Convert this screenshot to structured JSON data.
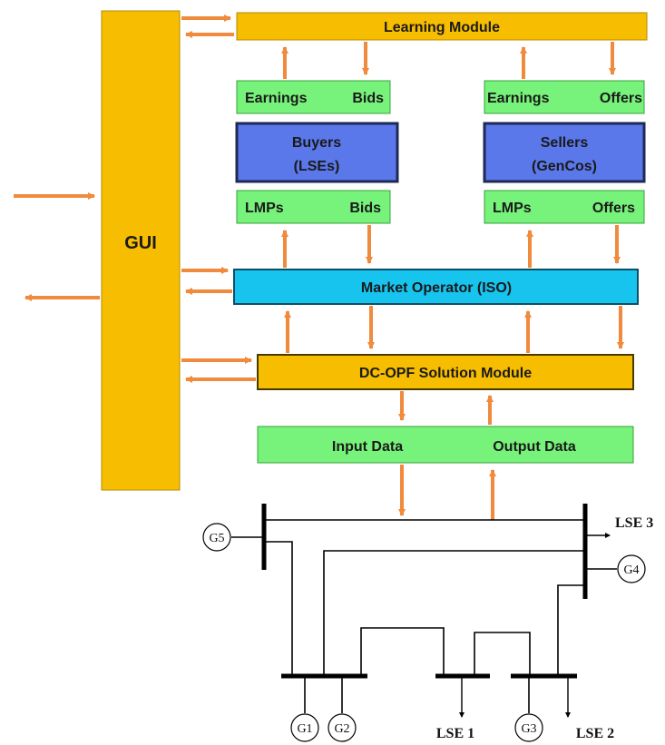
{
  "colors": {
    "orange_module": "#f7bd00",
    "green_box": "#77f27a",
    "blue_box": "#5a78ea",
    "cyan_box": "#17c4ee",
    "arrow": "#f08a3c",
    "line": "#000000"
  },
  "gui": {
    "label": "GUI"
  },
  "learning_module": {
    "label": "Learning Module"
  },
  "buyers": {
    "top_left": "Earnings",
    "top_right": "Bids",
    "title_line1": "Buyers",
    "title_line2": "(LSEs)",
    "bottom_left": "LMPs",
    "bottom_right": "Bids"
  },
  "sellers": {
    "top_left": "Earnings",
    "top_right": "Offers",
    "title_line1": "Sellers",
    "title_line2": "(GenCos)",
    "bottom_left": "LMPs",
    "bottom_right": "Offers"
  },
  "market_operator": {
    "label": "Market Operator (ISO)"
  },
  "dcopf": {
    "label": "DC-OPF  Solution Module"
  },
  "data": {
    "input": "Input Data",
    "output": "Output Data"
  },
  "grid": {
    "generators": [
      "G1",
      "G2",
      "G3",
      "G4",
      "G5"
    ],
    "loads": [
      "LSE 1",
      "LSE 2",
      "LSE 3"
    ]
  }
}
